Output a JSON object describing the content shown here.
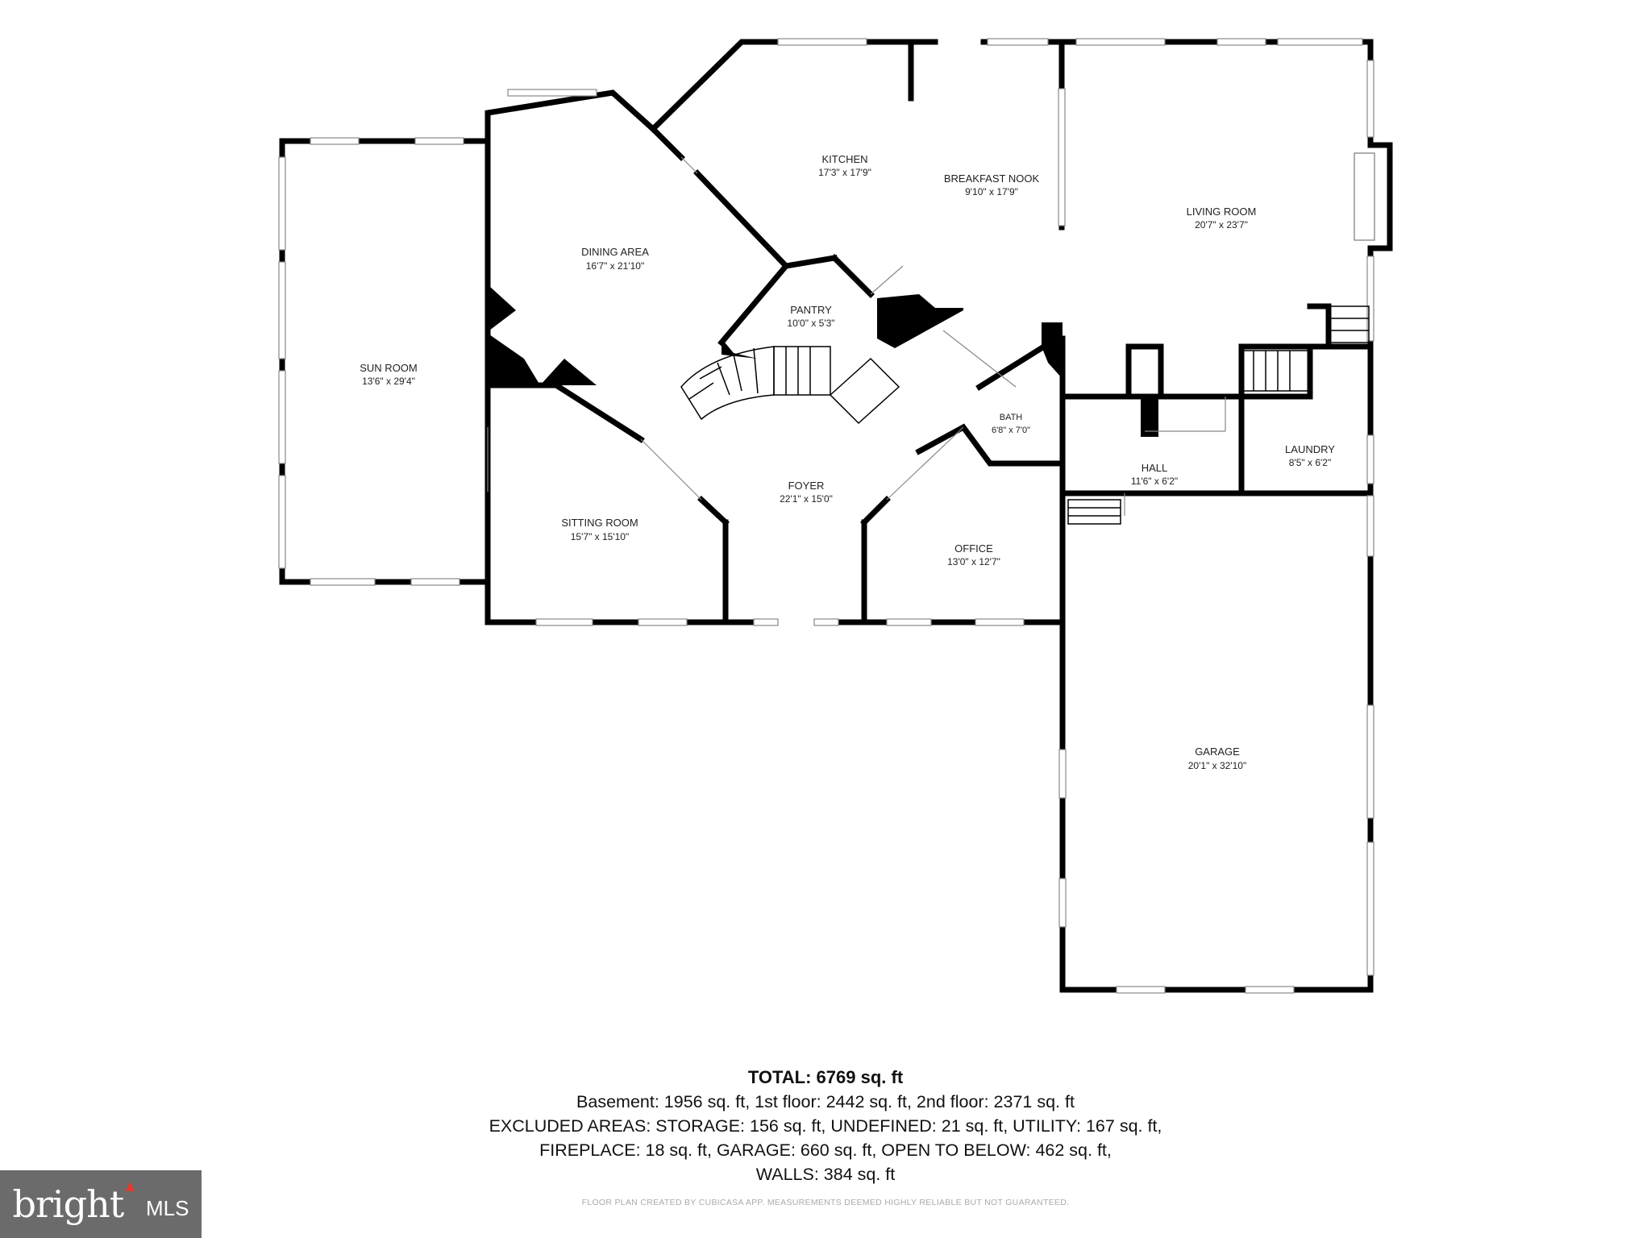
{
  "rooms": {
    "kitchen": {
      "name": "KITCHEN",
      "dims": "17'3\" x 17'9\""
    },
    "breakfast_nook": {
      "name": "BREAKFAST NOOK",
      "dims": "9'10\" x 17'9\""
    },
    "living_room": {
      "name": "LIVING ROOM",
      "dims": "20'7\" x 23'7\""
    },
    "dining_area": {
      "name": "DINING AREA",
      "dims": "16'7\" x 21'10\""
    },
    "pantry": {
      "name": "PANTRY",
      "dims": "10'0\" x 5'3\""
    },
    "sun_room": {
      "name": "SUN ROOM",
      "dims": "13'6\" x 29'4\""
    },
    "bath": {
      "name": "BATH",
      "dims": "6'8\" x 7'0\""
    },
    "laundry": {
      "name": "LAUNDRY",
      "dims": "8'5\" x 6'2\""
    },
    "hall": {
      "name": "HALL",
      "dims": "11'6\" x 6'2\""
    },
    "foyer": {
      "name": "FOYER",
      "dims": "22'1\" x 15'0\""
    },
    "sitting_room": {
      "name": "SITTING ROOM",
      "dims": "15'7\" x 15'10\""
    },
    "office": {
      "name": "OFFICE",
      "dims": "13'0\" x 12'7\""
    },
    "garage": {
      "name": "GARAGE",
      "dims": "20'1\" x 32'10\""
    }
  },
  "summary": {
    "total": "TOTAL: 6769 sq. ft",
    "line1": "Basement: 1956 sq. ft, 1st floor: 2442 sq. ft, 2nd floor: 2371 sq. ft",
    "line2": "EXCLUDED AREAS: STORAGE: 156 sq. ft, UNDEFINED: 21 sq. ft, UTILITY: 167 sq. ft,",
    "line3": "FIREPLACE: 18 sq. ft, GARAGE: 660 sq. ft, OPEN TO BELOW: 462 sq. ft,",
    "line4": "WALLS: 384 sq. ft"
  },
  "disclaimer": "FLOOR PLAN CREATED BY CUBICASA APP. MEASUREMENTS DEEMED HIGHLY RELIABLE BUT NOT GUARANTEED.",
  "logo": {
    "brand": "bright",
    "mls": "MLS",
    "brand_color": "#6b6b6b",
    "accent": "#e23b2e"
  }
}
